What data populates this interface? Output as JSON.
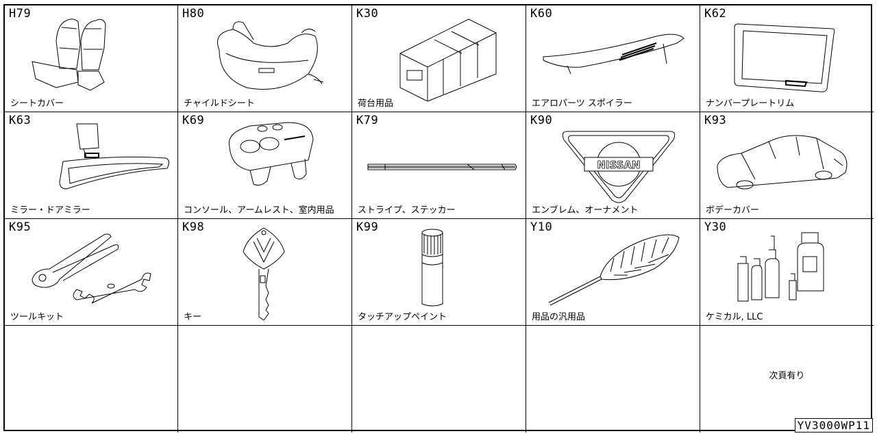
{
  "cells": [
    {
      "code": "H79",
      "label": "シートカバー",
      "icon": "seat-cover-icon"
    },
    {
      "code": "H80",
      "label": "チャイルドシート",
      "icon": "child-seat-icon"
    },
    {
      "code": "K30",
      "label": "荷台用品",
      "icon": "cargo-box-icon"
    },
    {
      "code": "K60",
      "label": "エアロパーツ スポイラー",
      "icon": "spoiler-icon"
    },
    {
      "code": "K62",
      "label": "ナンバープレートリム",
      "icon": "license-plate-frame-icon"
    },
    {
      "code": "K63",
      "label": "ミラー・ドアミラー",
      "icon": "mirror-icon"
    },
    {
      "code": "K69",
      "label": "コンソール、アームレスト、室内用品",
      "icon": "console-icon"
    },
    {
      "code": "K79",
      "label": "ストライプ、ステッカー",
      "icon": "stripe-sticker-icon"
    },
    {
      "code": "K90",
      "label": "エンブレム、オーナメント",
      "icon": "emblem-icon",
      "emblem_text": "NISSAN"
    },
    {
      "code": "K93",
      "label": "ボデーカバー",
      "icon": "body-cover-icon"
    },
    {
      "code": "K95",
      "label": "ツールキット",
      "icon": "tool-kit-icon"
    },
    {
      "code": "K98",
      "label": "キー",
      "icon": "key-icon"
    },
    {
      "code": "K99",
      "label": "タッチアップペイント",
      "icon": "touch-up-paint-icon"
    },
    {
      "code": "Y10",
      "label": "用品の汎用品",
      "icon": "duster-icon"
    },
    {
      "code": "Y30",
      "label": "ケミカル, LLC",
      "icon": "chemicals-icon"
    }
  ],
  "next_page": "次頁有り",
  "diagram_code": "YV3000WP11"
}
